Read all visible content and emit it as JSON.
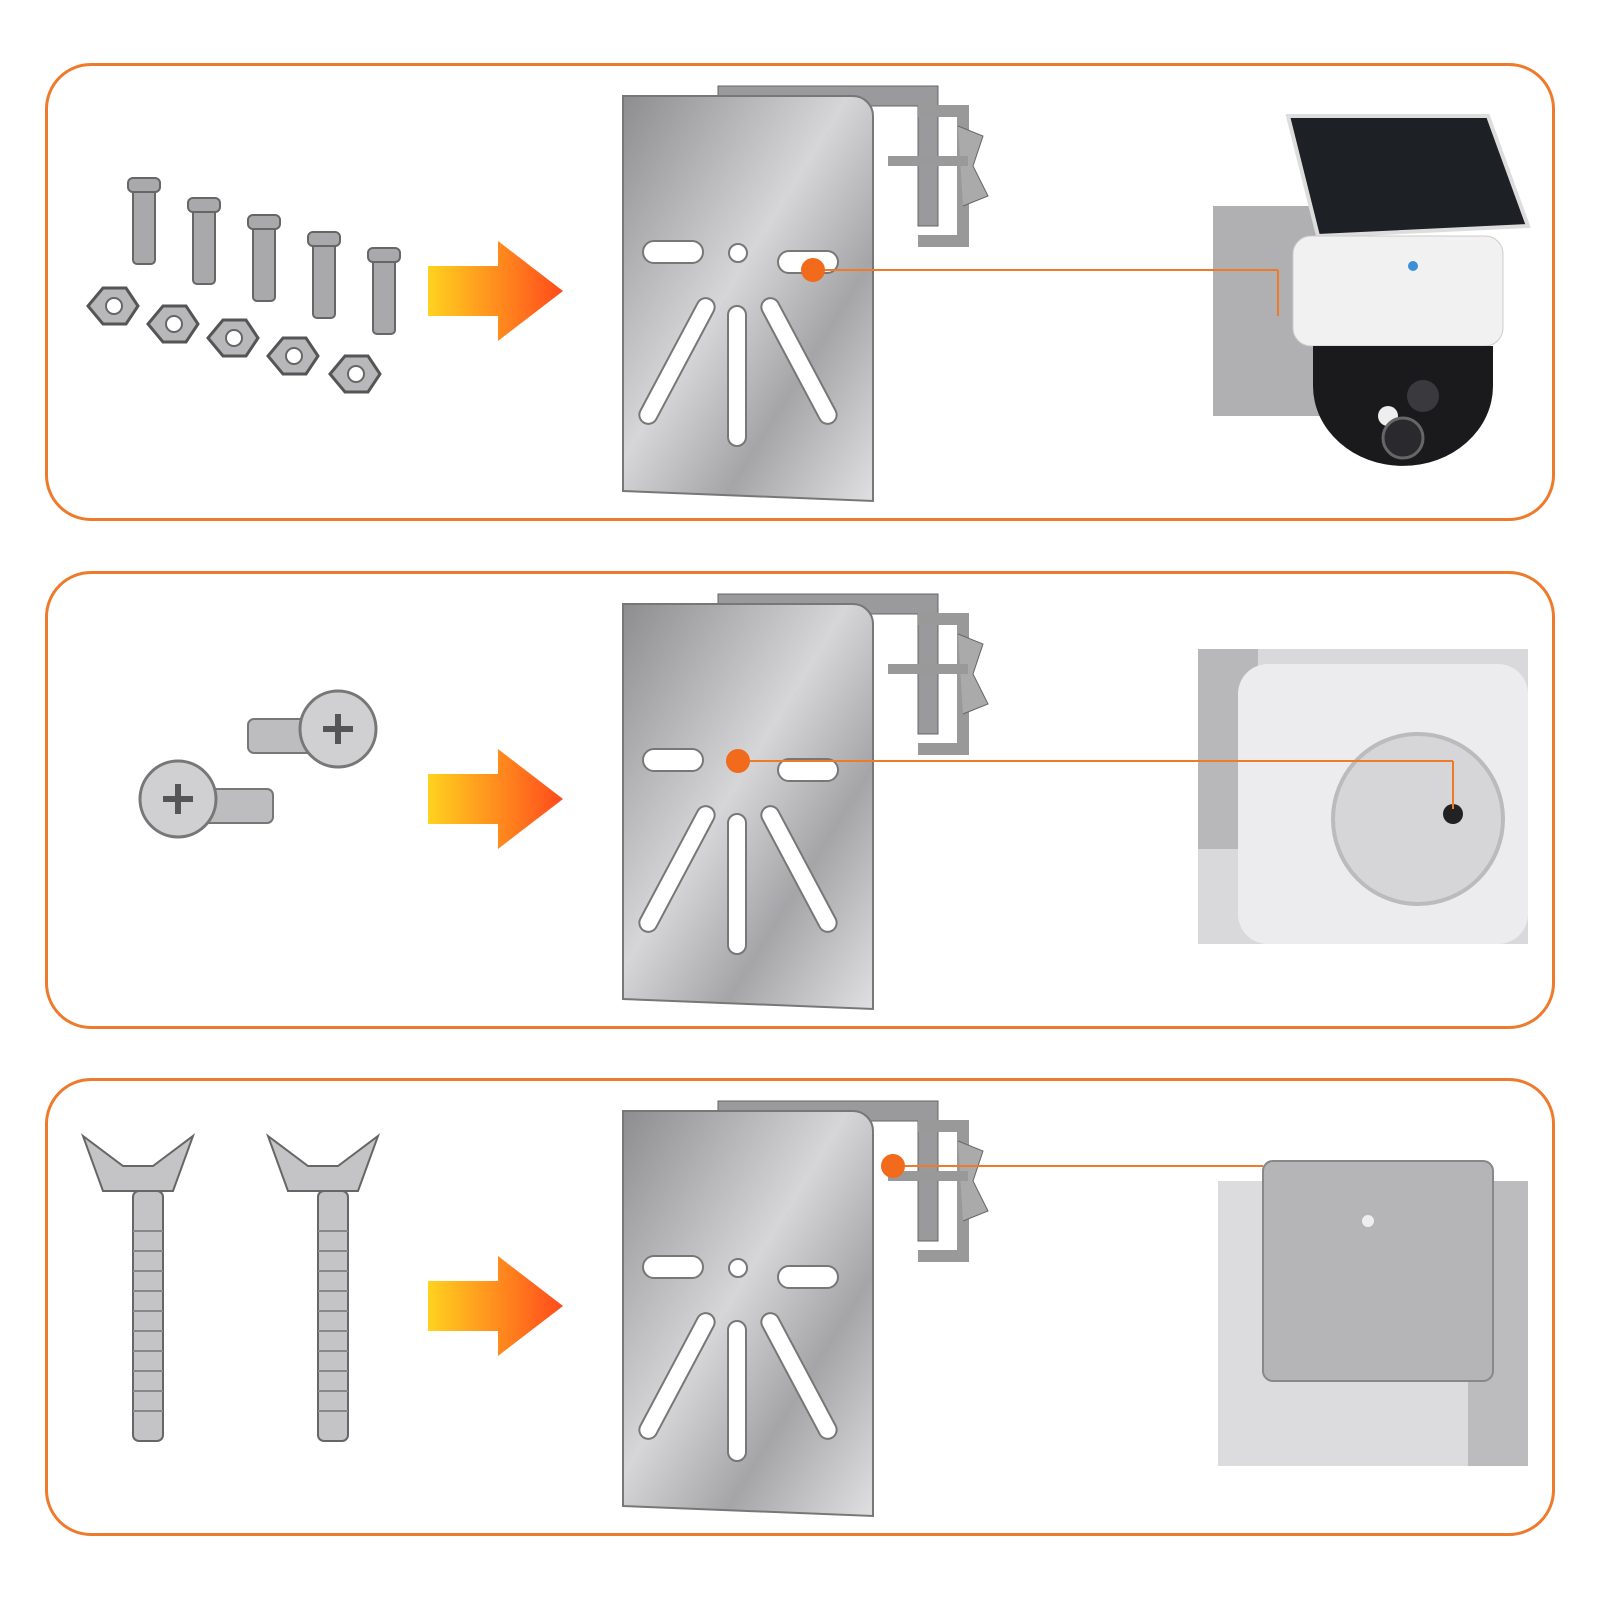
{
  "colors": {
    "panel_border": "#ee7a2c",
    "marker_dot": "#f26a1b",
    "connector_line": "#ee7a2c",
    "arrow_gradient_start": "#ffd21f",
    "arrow_gradient_end": "#ff4a1c",
    "bracket_steel": "#b9b9bb"
  },
  "panels": [
    {
      "hardware_icon": "bolts-and-hex-nuts-icon",
      "marker_hole": "right-slot",
      "target": "solar-ptz-camera"
    },
    {
      "hardware_icon": "phillips-screws-icon",
      "marker_hole": "center-hole",
      "target": "camera-mount-base"
    },
    {
      "hardware_icon": "wing-bolts-icon",
      "marker_hole": "side-clamp-hole",
      "target": "bracket-on-wall-edge"
    }
  ]
}
